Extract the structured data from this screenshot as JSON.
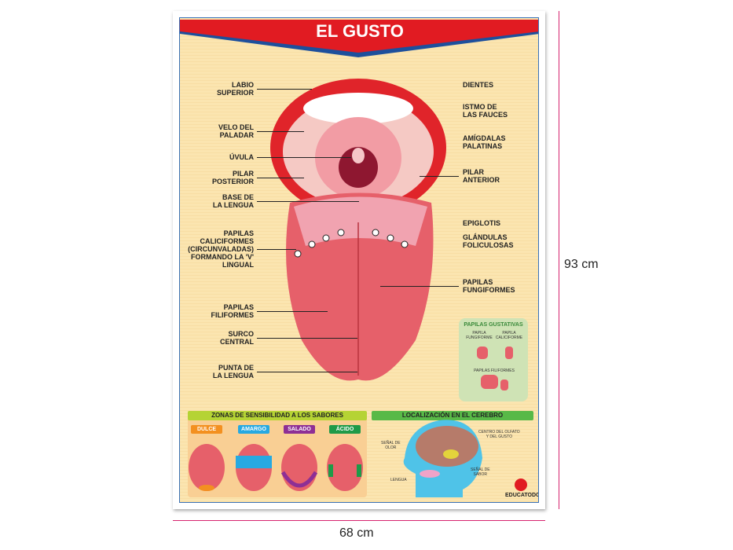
{
  "title": "EL GUSTO",
  "labels_left": [
    "LABIO\nSUPERIOR",
    "VELO DEL\nPALADAR",
    "ÚVULA",
    "PILAR\nPOSTERIOR",
    "BASE DE\nLA LENGUA",
    "PAPILAS\nCALICIFORMES\n(CIRCUNVALADAS)\nFORMANDO LA 'V'\nLINGUAL",
    "PAPILAS\nFILIFORMES",
    "SURCO\nCENTRAL",
    "PUNTA DE\nLA LENGUA"
  ],
  "labels_right": [
    "DIENTES",
    "ISTMO DE\nLAS FAUCES",
    "AMÍGDALAS\nPALATINAS",
    "PILAR\nANTERIOR",
    "EPIGLOTIS",
    "GLÁNDULAS\nFOLICULOSAS",
    "PAPILAS\nFUNGIFORMES"
  ],
  "papilas_box": {
    "title": "PAPILAS GUSTATIVAS",
    "fungiforme": "PAPILA\nFUNGIFORME",
    "caliciforme": "PAPILA\nCALICIFORME",
    "filiformes": "PAPILAS FILIFORMES"
  },
  "zonas": {
    "title": "ZONAS DE SENSIBILIDAD A LOS SABORES",
    "tags": [
      {
        "label": "DULCE",
        "color": "#f39020"
      },
      {
        "label": "AMARGO",
        "color": "#27a9e1"
      },
      {
        "label": "SALADO",
        "color": "#8e2f95"
      },
      {
        "label": "ÁCIDO",
        "color": "#1f9a48"
      }
    ]
  },
  "cerebro": {
    "title": "LOCALIZACIÓN EN EL CEREBRO",
    "senal_olor": "SEÑAL DE\nOLOR",
    "centro": "CENTRO DEL OLFATO\nY DEL GUSTO",
    "senal_sabor": "SEÑAL DE\nSABOR",
    "lengua": "LENGUA"
  },
  "brand": "EDUCATODO",
  "dimensions": {
    "height": "93 cm",
    "width": "68 cm"
  }
}
